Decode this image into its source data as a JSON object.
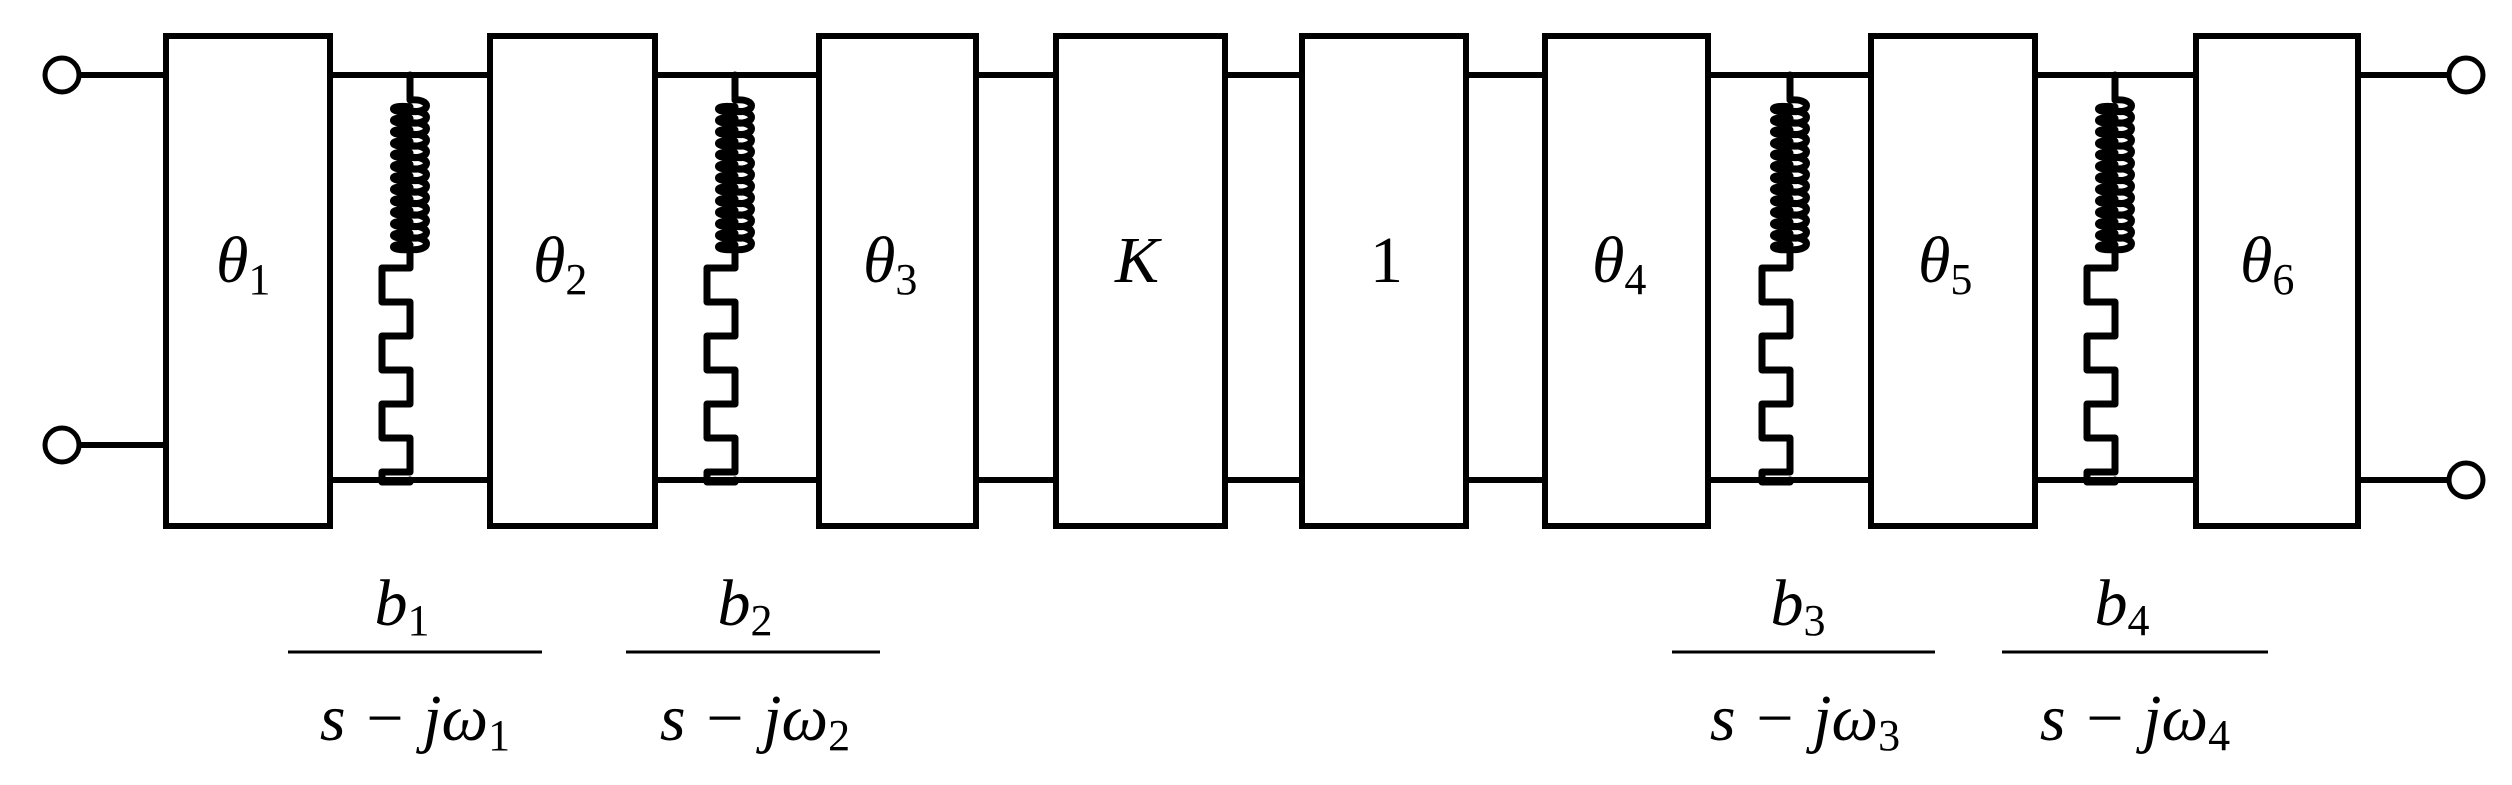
{
  "blocks": [
    {
      "id": "theta1",
      "symbol": "θ",
      "subscript": "1"
    },
    {
      "id": "theta2",
      "symbol": "θ",
      "subscript": "2"
    },
    {
      "id": "theta3",
      "symbol": "θ",
      "subscript": "3"
    },
    {
      "id": "K",
      "symbol": "K",
      "subscript": ""
    },
    {
      "id": "one",
      "symbol": "1",
      "subscript": ""
    },
    {
      "id": "theta4",
      "symbol": "θ",
      "subscript": "4"
    },
    {
      "id": "theta5",
      "symbol": "θ",
      "subscript": "5"
    },
    {
      "id": "theta6",
      "symbol": "θ",
      "subscript": "6"
    }
  ],
  "resonators": [
    {
      "id": "r1",
      "numerator_symbol": "b",
      "numerator_subscript": "1",
      "denominator_prefix": "s − j",
      "denominator_symbol": "ω",
      "denominator_subscript": "1"
    },
    {
      "id": "r2",
      "numerator_symbol": "b",
      "numerator_subscript": "2",
      "denominator_prefix": "s − j",
      "denominator_symbol": "ω",
      "denominator_subscript": "2"
    },
    {
      "id": "r3",
      "numerator_symbol": "b",
      "numerator_subscript": "3",
      "denominator_prefix": "s − j",
      "denominator_symbol": "ω",
      "denominator_subscript": "3"
    },
    {
      "id": "r4",
      "numerator_symbol": "b",
      "numerator_subscript": "4",
      "denominator_prefix": "s − j",
      "denominator_symbol": "ω",
      "denominator_subscript": "4"
    }
  ],
  "colors": {
    "stroke": "#000000",
    "background": "#ffffff"
  }
}
